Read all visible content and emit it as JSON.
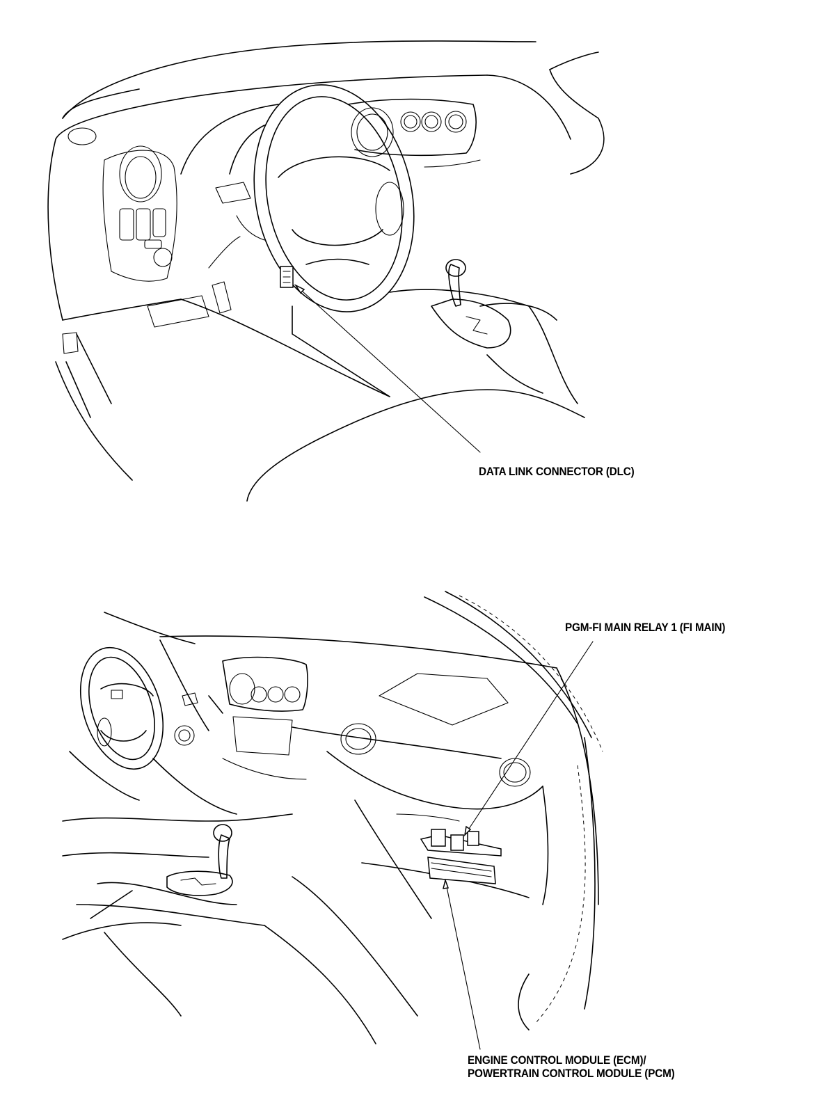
{
  "figure_top": {
    "callouts": [
      {
        "id": "dlc",
        "text": "DATA LINK CONNECTOR (DLC)"
      }
    ]
  },
  "figure_bottom": {
    "callouts": [
      {
        "id": "fi-main",
        "text": "PGM-FI MAIN RELAY 1 (FI MAIN)"
      },
      {
        "id": "ecm-pcm",
        "lines": [
          "ENGINE CONTROL MODULE (ECM)/",
          "POWERTRAIN CONTROL MODULE (PCM)"
        ]
      }
    ]
  }
}
